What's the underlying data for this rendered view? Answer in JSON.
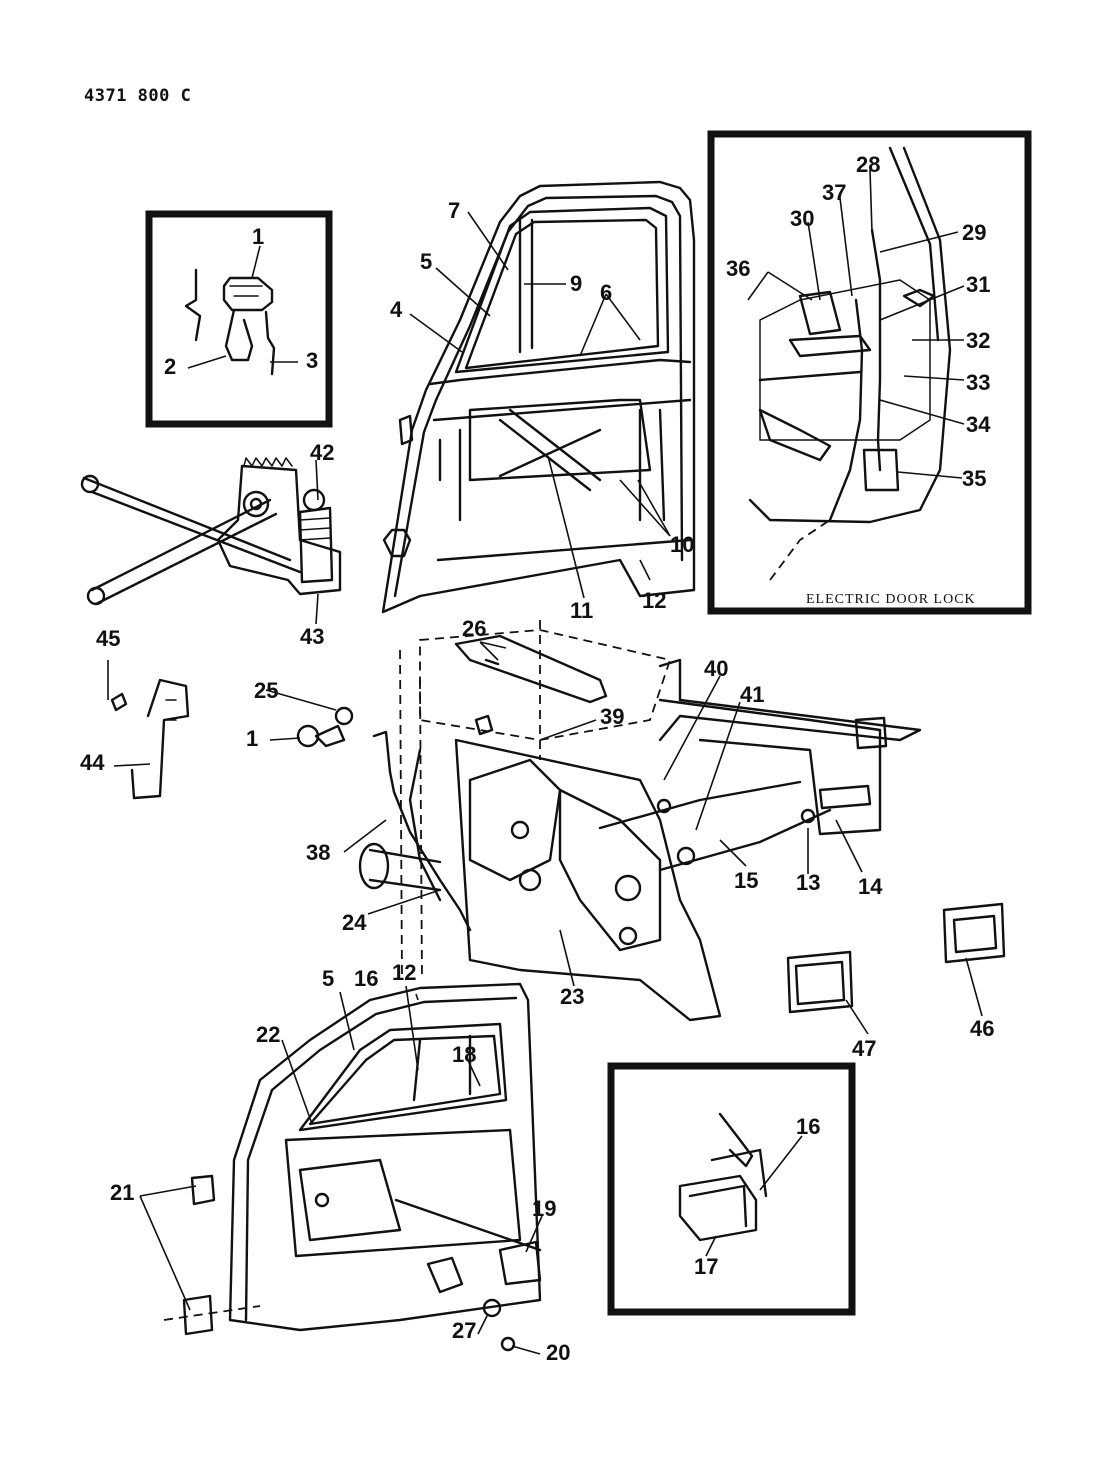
{
  "figure_code": "4371  800 C",
  "inset_caption": "ELECTRIC DOOR LOCK",
  "callouts": [
    "1",
    "2",
    "3",
    "4",
    "5",
    "6",
    "7",
    "9",
    "10",
    "11",
    "12",
    "13",
    "14",
    "15",
    "16",
    "17",
    "18",
    "19",
    "20",
    "21",
    "22",
    "23",
    "24",
    "25",
    "26",
    "27",
    "28",
    "29",
    "30",
    "31",
    "32",
    "33",
    "34",
    "35",
    "36",
    "37",
    "38",
    "39",
    "40",
    "41",
    "42",
    "43",
    "44",
    "45",
    "46",
    "47"
  ]
}
